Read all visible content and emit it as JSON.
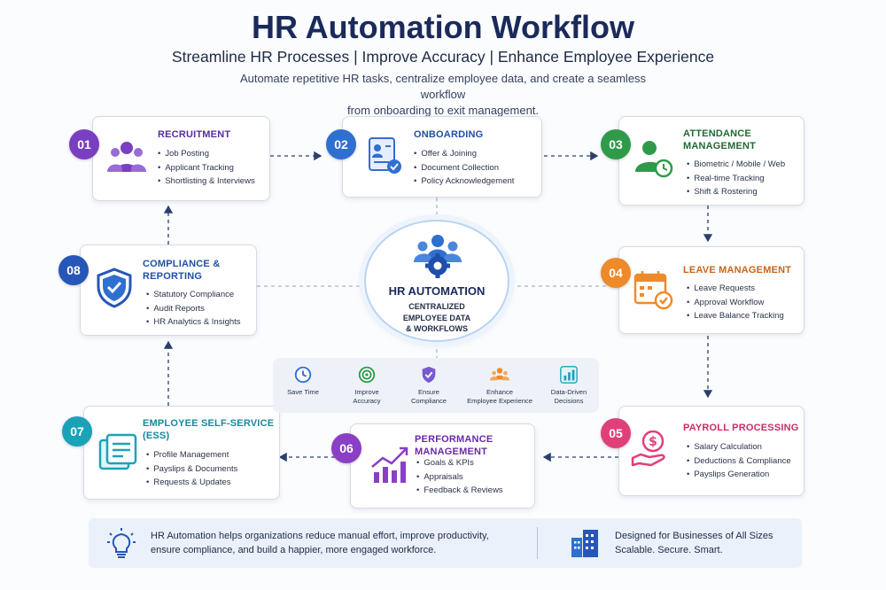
{
  "header": {
    "title": "HR Automation Workflow",
    "subtitle": "Streamline HR Processes | Improve Accuracy | Enhance Employee Experience",
    "description_line1": "Automate repetitive HR tasks, centralize employee data, and create a seamless workflow",
    "description_line2": "from onboarding to exit management."
  },
  "colors": {
    "purple": "#7a3fc0",
    "blue": "#2f6fd0",
    "green": "#2f9a4a",
    "orange": "#ef8a2a",
    "pink": "#e0407a",
    "violet": "#8a3fc4",
    "teal": "#1aa3b8",
    "navy": "#2656b8"
  },
  "center": {
    "title": "HR AUTOMATION",
    "line1": "CENTRALIZED",
    "line2": "EMPLOYEE DATA",
    "line3": "& WORKFLOWS",
    "icon": "team-gear-icon"
  },
  "steps": [
    {
      "num": "01",
      "title": "RECRUITMENT",
      "icon": "people-group-icon",
      "items": [
        "Job Posting",
        "Applicant Tracking",
        "Shortlisting & Interviews"
      ]
    },
    {
      "num": "02",
      "title": "ONBOARDING",
      "icon": "document-check-icon",
      "items": [
        "Offer & Joining",
        "Document Collection",
        "Policy Acknowledgement"
      ]
    },
    {
      "num": "03",
      "title_line1": "ATTENDANCE",
      "title_line2": "MANAGEMENT",
      "icon": "person-clock-icon",
      "items": [
        "Biometric / Mobile / Web",
        "Real-time Tracking",
        "Shift & Rostering"
      ]
    },
    {
      "num": "04",
      "title": "LEAVE MANAGEMENT",
      "icon": "calendar-check-icon",
      "items": [
        "Leave Requests",
        "Approval Workflow",
        "Leave Balance Tracking"
      ]
    },
    {
      "num": "05",
      "title": "PAYROLL PROCESSING",
      "icon": "hand-dollar-icon",
      "items": [
        "Salary Calculation",
        "Deductions & Compliance",
        "Payslips Generation"
      ]
    },
    {
      "num": "06",
      "title_line1": "PERFORMANCE",
      "title_line2": "MANAGEMENT",
      "icon": "growth-chart-icon",
      "items": [
        "Goals & KPIs",
        "Appraisals",
        "Feedback & Reviews"
      ]
    },
    {
      "num": "07",
      "title_line1": "EMPLOYEE SELF-SERVICE",
      "title_line2": "(ESS)",
      "icon": "documents-icon",
      "items": [
        "Profile Management",
        "Payslips & Documents",
        "Requests & Updates"
      ]
    },
    {
      "num": "08",
      "title_line1": "COMPLIANCE &",
      "title_line2": "REPORTING",
      "icon": "shield-check-icon",
      "items": [
        "Statutory Compliance",
        "Audit Reports",
        "HR Analytics & Insights"
      ]
    }
  ],
  "benefits": [
    {
      "label": "Save Time",
      "icon": "clock-icon"
    },
    {
      "label": "Improve Accuracy",
      "icon": "target-icon"
    },
    {
      "label": "Ensure Compliance",
      "icon": "shield-icon"
    },
    {
      "label": "Enhance Employee Experience",
      "icon": "people-icon"
    },
    {
      "label": "Data-Driven Decisions",
      "icon": "bar-chart-icon"
    }
  ],
  "benefit_lines": [
    [
      "Save Time"
    ],
    [
      "Improve",
      "Accuracy"
    ],
    [
      "Ensure",
      "Compliance"
    ],
    [
      "Enhance",
      "Employee Experience"
    ],
    [
      "Data-Driven",
      "Decisions"
    ]
  ],
  "footer": {
    "text_line1": "HR Automation helps organizations reduce manual effort, improve productivity,",
    "text_line2": "ensure compliance, and build a happier, more engaged workforce.",
    "right_line1": "Designed for Businesses of All Sizes",
    "right_line2": "Scalable. Secure. Smart.",
    "left_icon": "lightbulb-icon",
    "right_icon": "buildings-icon"
  }
}
